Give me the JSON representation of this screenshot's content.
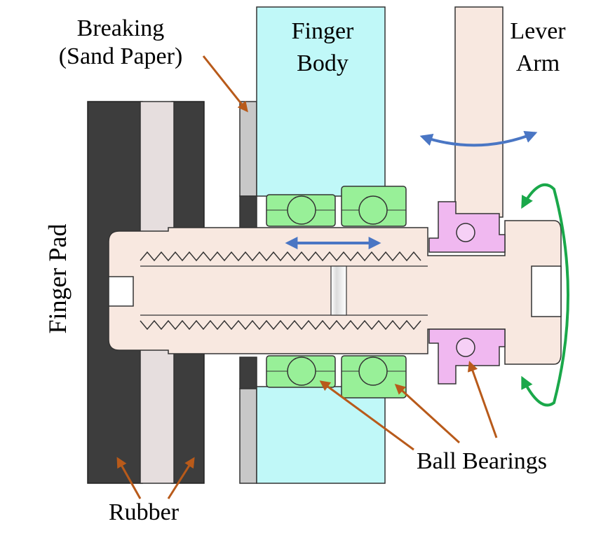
{
  "labels": {
    "breaking_line1": "Breaking",
    "breaking_line2": "(Sand Paper)",
    "finger_body_line1": "Finger",
    "finger_body_line2": "Body",
    "lever_arm_line1": "Lever",
    "lever_arm_line2": "Arm",
    "finger_pad": "Finger Pad",
    "ball_bearings": "Ball Bearings",
    "rubber": "Rubber"
  },
  "colors": {
    "rubber": "#3d3d3d",
    "sand_paper": "#c8c8c8",
    "finger_body": "#c0f8f8",
    "shaft": "#f8e8e0",
    "bearing": "#98f098",
    "pink_bearing": "#f0a0f0",
    "callout_arrow": "#b85a1a",
    "blue_arrow": "#4a76c4",
    "green_arrow": "#1aa84a"
  }
}
